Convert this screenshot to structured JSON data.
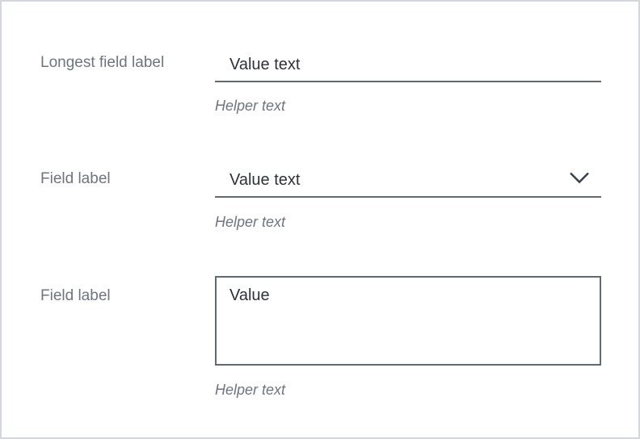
{
  "theme": {
    "background": "#ffffff",
    "frame_border": "#d2d7de",
    "label_color": "#6e7480",
    "value_color": "#2d323a",
    "line_color": "#5f6a75",
    "helper_color": "#6e7480",
    "chevron_color": "#3c4450"
  },
  "form": {
    "fields": [
      {
        "type": "text",
        "label": "Longest field label",
        "value": "Value text",
        "helper": "Helper text"
      },
      {
        "type": "select",
        "label": "Field label",
        "value": "Value text",
        "helper": "Helper text",
        "icon": "chevron-down-icon"
      },
      {
        "type": "textarea",
        "label": "Field label",
        "value": "Value",
        "helper": "Helper text"
      }
    ]
  }
}
